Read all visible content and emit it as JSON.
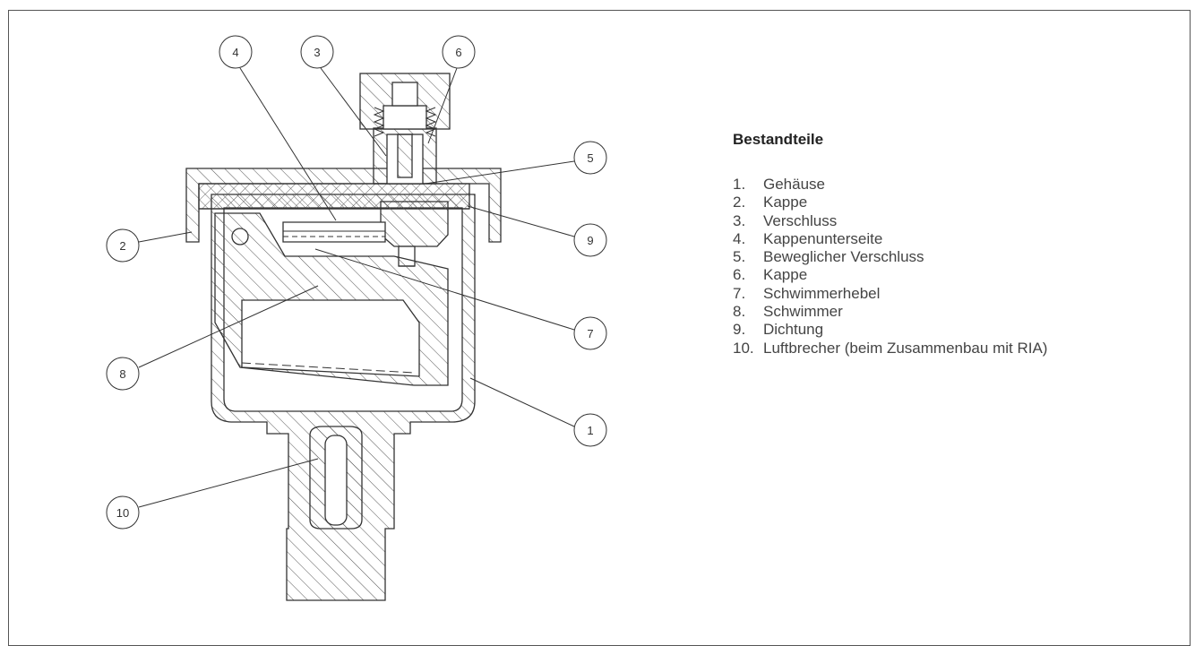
{
  "legend": {
    "title": "Bestandteile",
    "items": [
      {
        "number": "1.",
        "label": "Gehäuse"
      },
      {
        "number": "2.",
        "label": "Kappe"
      },
      {
        "number": "3.",
        "label": "Verschluss"
      },
      {
        "number": "4.",
        "label": "Kappenunterseite"
      },
      {
        "number": "5.",
        "label": "Beweglicher Verschluss"
      },
      {
        "number": "6.",
        "label": "Kappe"
      },
      {
        "number": "7.",
        "label": "Schwimmerhebel"
      },
      {
        "number": "8.",
        "label": "Schwimmer"
      },
      {
        "number": "9.",
        "label": "Dichtung"
      },
      {
        "number": "10.",
        "label": "Luftbrecher (beim Zusammenbau mit RIA)"
      }
    ]
  },
  "callouts": [
    {
      "number": "4"
    },
    {
      "number": "3"
    },
    {
      "number": "6"
    },
    {
      "number": "5"
    },
    {
      "number": "2"
    },
    {
      "number": "9"
    },
    {
      "number": "7"
    },
    {
      "number": "8"
    },
    {
      "number": "1"
    },
    {
      "number": "10"
    }
  ],
  "colors": {
    "line": "#333333",
    "hatch": "#555555"
  }
}
